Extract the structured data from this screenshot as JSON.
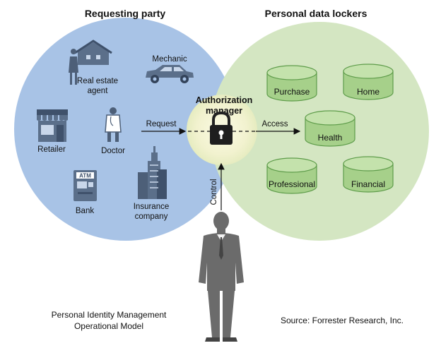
{
  "headings": {
    "left": "Requesting party",
    "right": "Personal data lockers"
  },
  "parties": {
    "real_estate_line1": "Real estate",
    "real_estate_line2": "agent",
    "mechanic": "Mechanic",
    "retailer": "Retailer",
    "doctor": "Doctor",
    "bank": "Bank",
    "atm_sign": "ATM",
    "insurance_line1": "Insurance",
    "insurance_line2": "company"
  },
  "center": {
    "title_line1": "Authorization",
    "title_line2": "manager",
    "request_label": "Request",
    "access_label": "Access",
    "control_label": "Control"
  },
  "lockers": [
    "Purchase",
    "Home",
    "Health",
    "Professional",
    "Financial"
  ],
  "captions": {
    "model_line1": "Personal Identity Management",
    "model_line2": "Operational Model",
    "source": "Source: Forrester Research, Inc."
  },
  "colors": {
    "left_circle": "#a8c3e6",
    "right_circle": "#d4e6c2",
    "center_highlight": "#f2f2cf",
    "db_fill": "#a6d08a",
    "db_stroke": "#5e9c4a",
    "icon": "#6b7f99",
    "person": "#6b6b6b"
  }
}
